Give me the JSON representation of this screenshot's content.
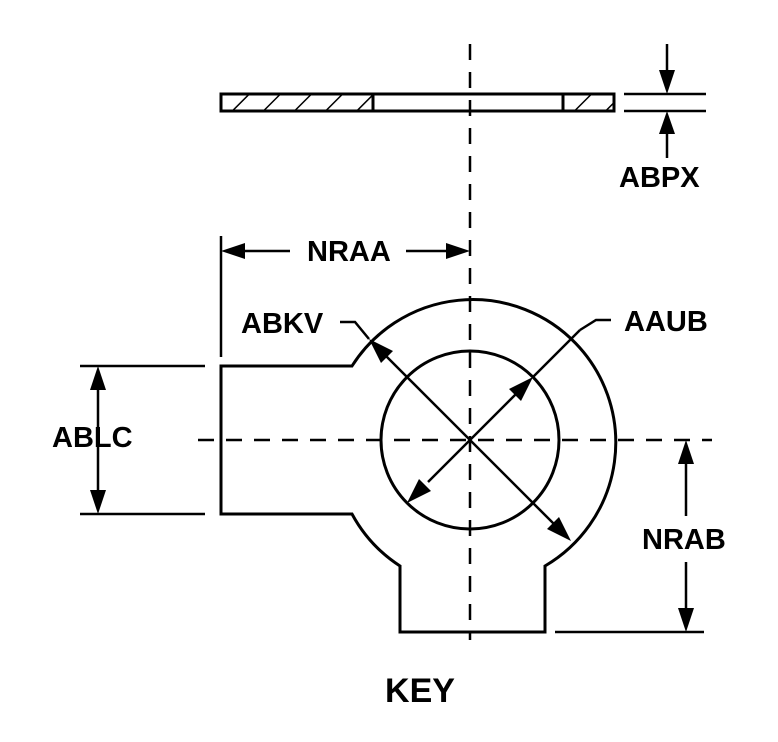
{
  "title": "KEY",
  "dimensions": {
    "thickness": "ABPX",
    "offset_to_center": "NRAA",
    "inner_diameter": "ABKV",
    "outer_diameter": "AAUB",
    "tab_width": "ABLC",
    "center_to_bottom": "NRAB"
  },
  "colors": {
    "line": "#000000",
    "background": "#ffffff"
  }
}
